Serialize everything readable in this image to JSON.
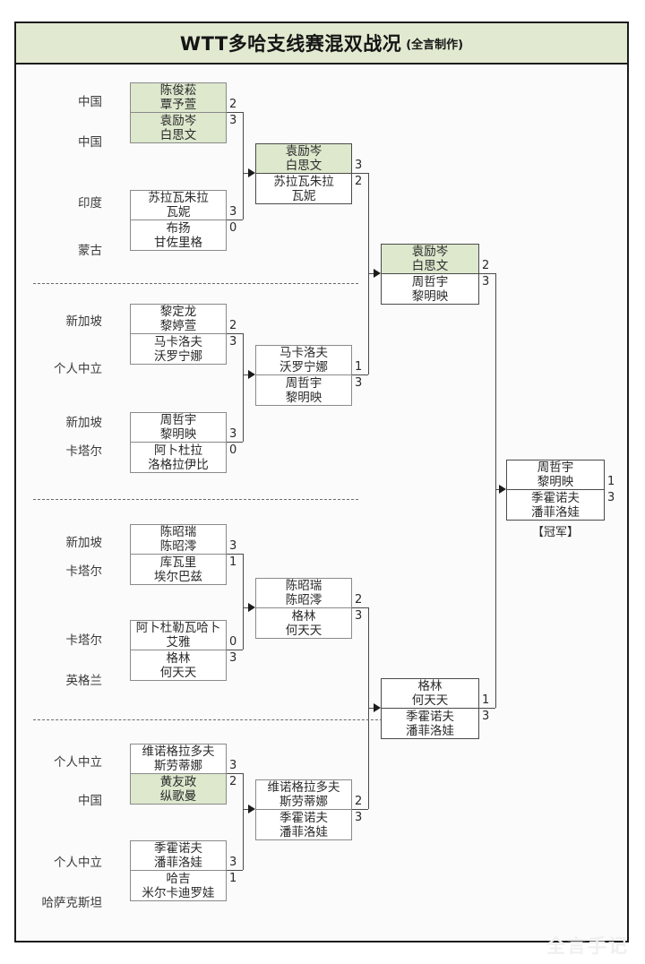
{
  "header": {
    "title": "WTT多哈支线赛混双战况",
    "subtitle": "(全言制作)"
  },
  "watermark": "全言手记",
  "champion_label": "【冠军】",
  "countries": {
    "c1": "中国",
    "c2": "中国",
    "c3": "印度",
    "c4": "蒙古",
    "c5": "新加坡",
    "c6": "个人中立",
    "c7": "新加坡",
    "c8": "卡塔尔",
    "c9": "新加坡",
    "c10": "卡塔尔",
    "c11": "卡塔尔",
    "c12": "英格兰",
    "c13": "个人中立",
    "c14": "中国",
    "c15": "个人中立",
    "c16": "哈萨克斯坦"
  },
  "round1": [
    {
      "id": "r1m1",
      "top": {
        "l1": "陈俊菘",
        "l2": "覃予萱",
        "score": "2",
        "green": true
      },
      "bottom": {
        "l1": "袁励岑",
        "l2": "白思文",
        "score": "3",
        "green": true
      }
    },
    {
      "id": "r1m2",
      "top": {
        "l1": "苏拉瓦朱拉",
        "l2": "瓦妮",
        "score": "3",
        "green": false
      },
      "bottom": {
        "l1": "布扬",
        "l2": "甘佐里格",
        "score": "0",
        "green": false
      }
    },
    {
      "id": "r1m3",
      "top": {
        "l1": "黎定龙",
        "l2": "黎婷萱",
        "score": "2",
        "green": false
      },
      "bottom": {
        "l1": "马卡洛夫",
        "l2": "沃罗宁娜",
        "score": "3",
        "green": false
      }
    },
    {
      "id": "r1m4",
      "top": {
        "l1": "周哲宇",
        "l2": "黎明映",
        "score": "3",
        "green": false
      },
      "bottom": {
        "l1": "阿卜杜拉",
        "l2": "洛格拉伊比",
        "score": "0",
        "green": false
      }
    },
    {
      "id": "r1m5",
      "top": {
        "l1": "陈昭瑞",
        "l2": "陈昭澪",
        "score": "3",
        "green": false
      },
      "bottom": {
        "l1": "库瓦里",
        "l2": "埃尔巴兹",
        "score": "1",
        "green": false
      }
    },
    {
      "id": "r1m6",
      "top": {
        "l1": "阿卜杜勒瓦哈卜",
        "l2": "艾雅",
        "score": "0",
        "green": false
      },
      "bottom": {
        "l1": "格林",
        "l2": "何天天",
        "score": "3",
        "green": false
      }
    },
    {
      "id": "r1m7",
      "top": {
        "l1": "维诺格拉多夫",
        "l2": "斯劳蒂娜",
        "score": "3",
        "green": false
      },
      "bottom": {
        "l1": "黄友政",
        "l2": "纵歌曼",
        "score": "2",
        "green": true
      }
    },
    {
      "id": "r1m8",
      "top": {
        "l1": "季霍诺夫",
        "l2": "潘菲洛娃",
        "score": "3",
        "green": false
      },
      "bottom": {
        "l1": "哈吉",
        "l2": "米尔卡迪罗娃",
        "score": "1",
        "green": false
      }
    }
  ],
  "round2": [
    {
      "id": "r2m1",
      "top": {
        "l1": "袁励岑",
        "l2": "白思文",
        "score": "3",
        "green": true
      },
      "bottom": {
        "l1": "苏拉瓦朱拉",
        "l2": "瓦妮",
        "score": "2",
        "green": false
      }
    },
    {
      "id": "r2m2",
      "top": {
        "l1": "马卡洛夫",
        "l2": "沃罗宁娜",
        "score": "1",
        "green": false
      },
      "bottom": {
        "l1": "周哲宇",
        "l2": "黎明映",
        "score": "3",
        "green": false
      }
    },
    {
      "id": "r2m3",
      "top": {
        "l1": "陈昭瑞",
        "l2": "陈昭澪",
        "score": "2",
        "green": false
      },
      "bottom": {
        "l1": "格林",
        "l2": "何天天",
        "score": "3",
        "green": false
      }
    },
    {
      "id": "r2m4",
      "top": {
        "l1": "维诺格拉多夫",
        "l2": "斯劳蒂娜",
        "score": "2",
        "green": false
      },
      "bottom": {
        "l1": "季霍诺夫",
        "l2": "潘菲洛娃",
        "score": "3",
        "green": false
      }
    }
  ],
  "semifinals": [
    {
      "id": "sf1",
      "top": {
        "l1": "袁励岑",
        "l2": "白思文",
        "score": "2",
        "green": true
      },
      "bottom": {
        "l1": "周哲宇",
        "l2": "黎明映",
        "score": "3",
        "green": false
      }
    },
    {
      "id": "sf2",
      "top": {
        "l1": "格林",
        "l2": "何天天",
        "score": "1",
        "green": false
      },
      "bottom": {
        "l1": "季霍诺夫",
        "l2": "潘菲洛娃",
        "score": "3",
        "green": false
      }
    }
  ],
  "final": {
    "id": "final",
    "top": {
      "l1": "周哲宇",
      "l2": "黎明映",
      "score": "1",
      "green": false
    },
    "bottom": {
      "l1": "季霍诺夫",
      "l2": "潘菲洛娃",
      "score": "3",
      "green": false
    }
  },
  "colors": {
    "highlight_green": "#dde8cd",
    "title_band": "#e1ead1",
    "border_dark": "#1c1c1c",
    "box_border": "#8a8a8a"
  }
}
